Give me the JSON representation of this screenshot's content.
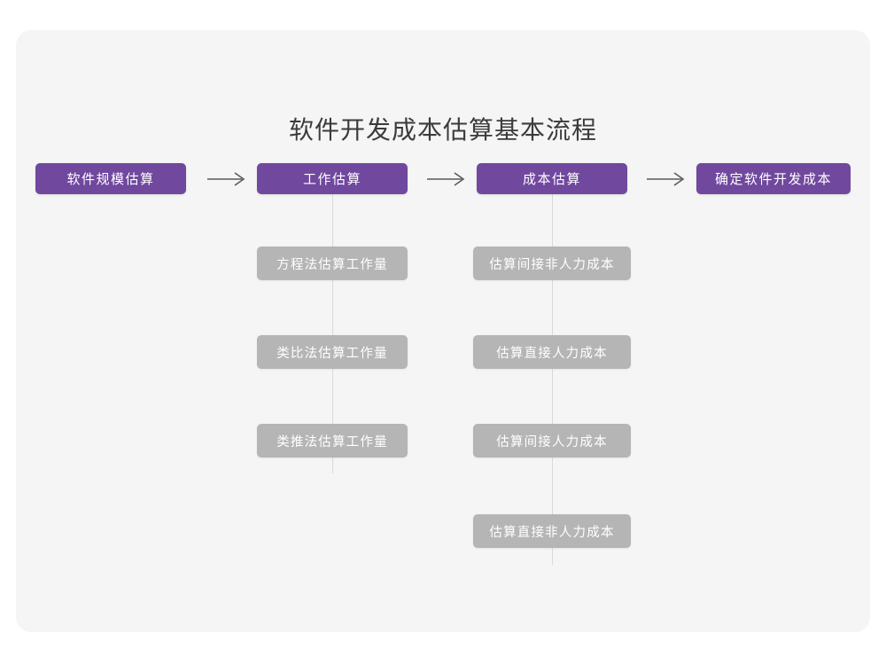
{
  "page": {
    "background_color": "#ffffff",
    "card_color": "#f5f5f5"
  },
  "diagram": {
    "title": "软件开发成本估算基本流程",
    "primary_color": "#70489e",
    "secondary_color": "#b5b5b5",
    "connector_color": "#d9d9d9",
    "arrow_glyph": "arrow-right-icon",
    "stages": [
      {
        "label": "软件规模估算",
        "substeps": []
      },
      {
        "label": "工作估算",
        "substeps": [
          "方程法估算工作量",
          "类比法估算工作量",
          "类推法估算工作量"
        ]
      },
      {
        "label": "成本估算",
        "substeps": [
          "估算间接非人力成本",
          "估算直接人力成本",
          "估算间接人力成本",
          "估算直接非人力成本"
        ]
      },
      {
        "label": "确定软件开发成本",
        "substeps": []
      }
    ]
  }
}
